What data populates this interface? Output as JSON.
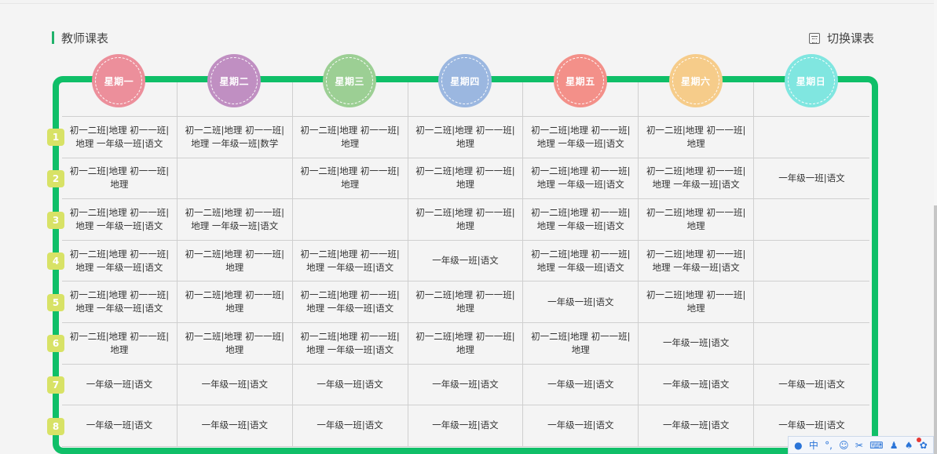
{
  "header": {
    "title": "教师课表",
    "switch_label": "切换课表",
    "switch_icon": "calendar-icon"
  },
  "colors": {
    "frame": "#0fbf68",
    "title_bar": "#20b26b",
    "period_badge": "#d8e266"
  },
  "days": [
    {
      "label": "星期一",
      "color": "#ec8f9b"
    },
    {
      "label": "星期二",
      "color": "#c08fc2"
    },
    {
      "label": "星期三",
      "color": "#9ccf94"
    },
    {
      "label": "星期四",
      "color": "#9bb7e0"
    },
    {
      "label": "星期五",
      "color": "#f39089"
    },
    {
      "label": "星期六",
      "color": "#f6cc8a"
    },
    {
      "label": "星期日",
      "color": "#80e6e0"
    }
  ],
  "periods": [
    "1",
    "2",
    "3",
    "4",
    "5",
    "6",
    "7",
    "8"
  ],
  "schedule": [
    [
      "初一二班|地理 初一一班|地理 一年级一班|语文",
      "初一二班|地理 初一一班|地理 一年级一班|数学",
      "初一二班|地理 初一一班|地理",
      "初一二班|地理 初一一班|地理",
      "初一二班|地理 初一一班|地理 一年级一班|语文",
      "初一二班|地理 初一一班|地理",
      ""
    ],
    [
      "初一二班|地理 初一一班|地理",
      "",
      "初一二班|地理 初一一班|地理",
      "初一二班|地理 初一一班|地理",
      "初一二班|地理 初一一班|地理 一年级一班|语文",
      "初一二班|地理 初一一班|地理 一年级一班|语文",
      "一年级一班|语文"
    ],
    [
      "初一二班|地理 初一一班|地理 一年级一班|语文",
      "初一二班|地理 初一一班|地理 一年级一班|语文",
      "",
      "初一二班|地理 初一一班|地理",
      "初一二班|地理 初一一班|地理 一年级一班|语文",
      "初一二班|地理 初一一班|地理",
      ""
    ],
    [
      "初一二班|地理 初一一班|地理 一年级一班|语文",
      "初一二班|地理 初一一班|地理",
      "初一二班|地理 初一一班|地理 一年级一班|语文",
      "一年级一班|语文",
      "初一二班|地理 初一一班|地理 一年级一班|语文",
      "初一二班|地理 初一一班|地理 一年级一班|语文",
      ""
    ],
    [
      "初一二班|地理 初一一班|地理 一年级一班|语文",
      "初一二班|地理 初一一班|地理",
      "初一二班|地理 初一一班|地理 一年级一班|语文",
      "初一二班|地理 初一一班|地理",
      "一年级一班|语文",
      "初一二班|地理 初一一班|地理",
      ""
    ],
    [
      "初一二班|地理 初一一班|地理",
      "初一二班|地理 初一一班|地理",
      "初一二班|地理 初一一班|地理 一年级一班|语文",
      "初一二班|地理 初一一班|地理",
      "初一二班|地理 初一一班|地理",
      "一年级一班|语文",
      ""
    ],
    [
      "一年级一班|语文",
      "一年级一班|语文",
      "一年级一班|语文",
      "一年级一班|语文",
      "一年级一班|语文",
      "一年级一班|语文",
      "一年级一班|语文"
    ],
    [
      "一年级一班|语文",
      "一年级一班|语文",
      "一年级一班|语文",
      "一年级一班|语文",
      "一年级一班|语文",
      "一年级一班|语文",
      "一年级一班|语文"
    ]
  ],
  "ime_toolbar": {
    "items": [
      {
        "name": "ime-logo-icon",
        "glyph": "●"
      },
      {
        "name": "ime-language",
        "glyph": "中"
      },
      {
        "name": "ime-punctuation-icon",
        "glyph": "°,"
      },
      {
        "name": "ime-emoji-icon",
        "glyph": "☺"
      },
      {
        "name": "ime-scissors-icon",
        "glyph": "✂"
      },
      {
        "name": "ime-keyboard-icon",
        "glyph": "⌨"
      },
      {
        "name": "ime-user-icon",
        "glyph": "♟"
      },
      {
        "name": "ime-skin-icon",
        "glyph": "♠"
      },
      {
        "name": "ime-settings-icon",
        "glyph": "✿"
      }
    ]
  }
}
